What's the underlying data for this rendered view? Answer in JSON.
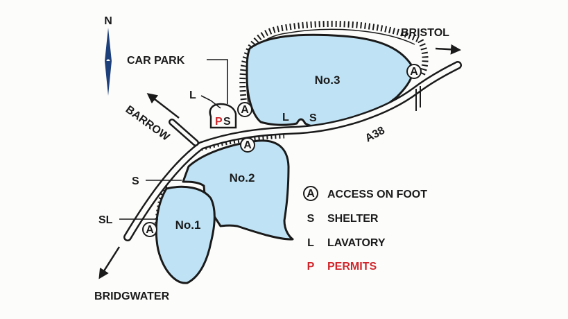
{
  "labels": {
    "north": "N",
    "car_park": "CAR PARK",
    "bristol": "BRISTOL",
    "barrow": "BARROW",
    "bridgwater": "BRIDGWATER",
    "a38": "A38",
    "lavatory_carpark": "L",
    "shelter_carpark": "S",
    "permit_carpark": "P",
    "lavatory_road": "L",
    "shelter_road": "S",
    "shelter_lake2": "S",
    "shelter_lavatory_lake1": "SL"
  },
  "lakes": {
    "lake1": "No.1",
    "lake2": "No.2",
    "lake3": "No.3"
  },
  "legend": {
    "access": {
      "symbol": "A",
      "text": "ACCESS ON FOOT"
    },
    "shelter": {
      "symbol": "S",
      "text": "SHELTER"
    },
    "lavatory": {
      "symbol": "L",
      "text": "LAVATORY"
    },
    "permits": {
      "symbol": "P",
      "text": "PERMITS"
    }
  },
  "colors": {
    "water": "#bfe3f5",
    "permit": "#d0262b",
    "ink": "#1a1a1a"
  }
}
